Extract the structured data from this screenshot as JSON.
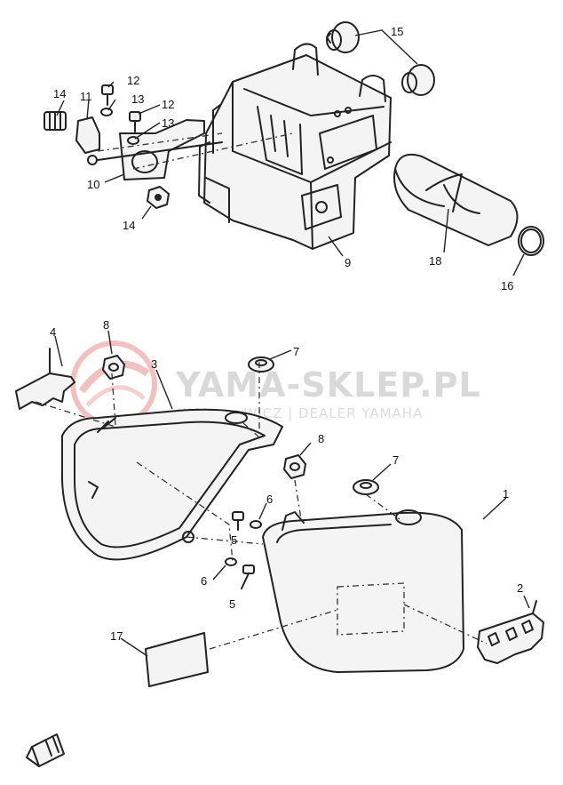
{
  "watermark": {
    "title": "YAMA-SKLEP.PL",
    "subtitle": "WOJ... ...WICZ | DEALER YAMAHA",
    "logo_color": "#f2b8b8",
    "text_color": "#d9d9d9"
  },
  "callouts": {
    "c1": "1",
    "c2": "2",
    "c3": "3",
    "c4": "4",
    "c5a": "5",
    "c5b": "5",
    "c6a": "6",
    "c6b": "6",
    "c7a": "7",
    "c7b": "7",
    "c8a": "8",
    "c8b": "8",
    "c9": "9",
    "c10": "10",
    "c11": "11",
    "c12a": "12",
    "c12b": "12",
    "c13a": "13",
    "c13b": "13",
    "c14a": "14",
    "c14b": "14",
    "c15": "15",
    "c16": "16",
    "c17": "17",
    "c18": "18"
  },
  "badge": {
    "icon": "front-direction-icon"
  }
}
